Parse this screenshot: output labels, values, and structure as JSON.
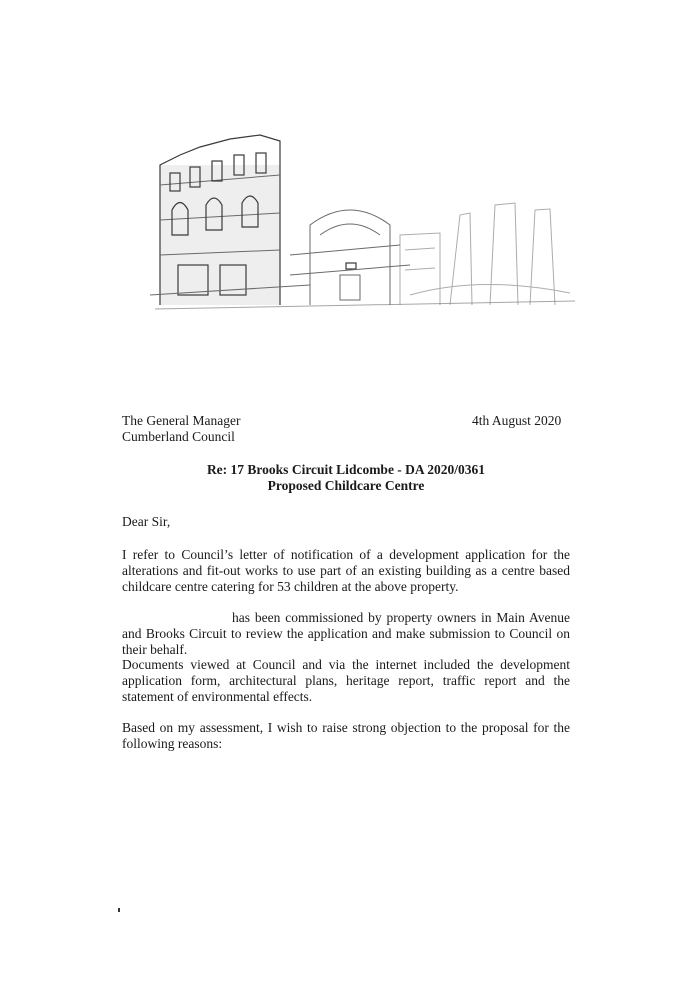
{
  "letter": {
    "date": "4th August 2020",
    "recipient": {
      "line1": "The General Manager",
      "line2": "Cumberland Council"
    },
    "subject": {
      "line1": "Re: 17 Brooks Circuit Lidcombe - DA 2020/0361",
      "line2": "Proposed Childcare Centre"
    },
    "salutation": "Dear Sir,",
    "paragraphs": {
      "p1": "I refer to Council’s letter of notification of a development application for the alterations and fit-out works to use part of an existing building as a centre based childcare centre catering for 53 children at the above property.",
      "p2": "has been commissioned by property owners in Main Avenue and Brooks Circuit to review the application and make submission to Council on their behalf.",
      "p3": "Documents viewed at Council and via the internet included the development application form, architectural plans, heritage report, traffic report and the statement of environmental effects.",
      "p4": "Based on my assessment, I wish to raise strong objection to the proposal for the following reasons:"
    }
  }
}
